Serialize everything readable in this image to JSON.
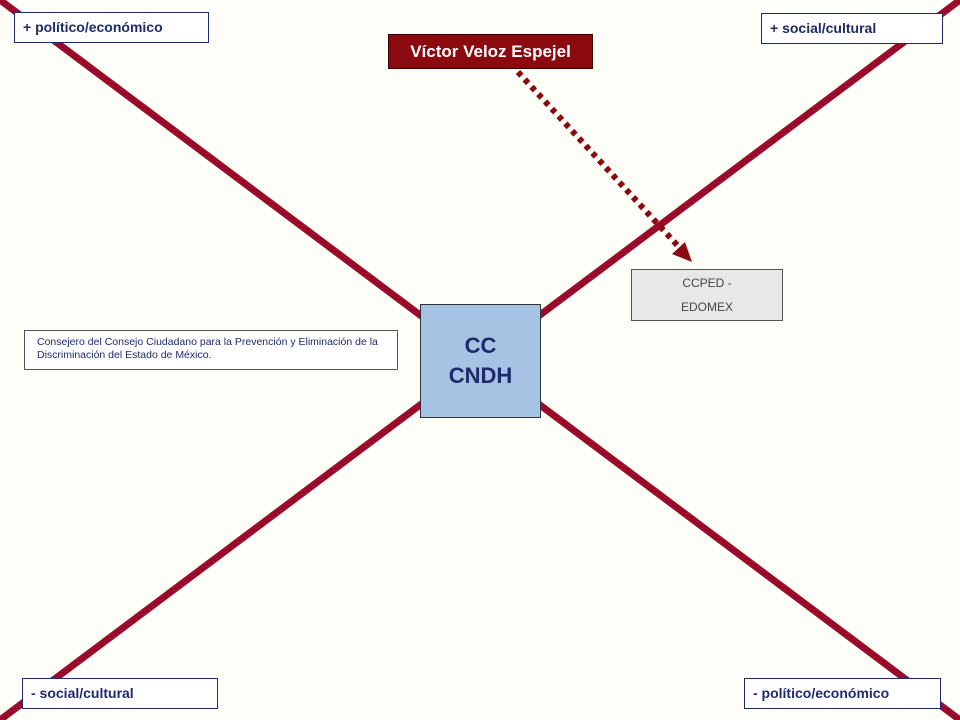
{
  "corners": {
    "top_left": "+ político/económico",
    "top_right": "+ social/cultural",
    "bottom_left": "- social/cultural",
    "bottom_right": "-  político/económico"
  },
  "person": {
    "name": "Víctor Veloz Espejel"
  },
  "organization": {
    "line1": "CCPED -",
    "line2": "EDOMEX"
  },
  "description": "Consejero del Consejo Ciudadano para la Prevención y Eliminación de la Discriminación del Estado de México.",
  "center": {
    "line1": "CC",
    "line2": "CNDH"
  },
  "colors": {
    "axis_line": "#9b0a2a",
    "arrow": "#8b0a0f",
    "person_box": "#8b0a0f",
    "center_box": "#a7c3e3",
    "label_text": "#1f2a6b"
  }
}
